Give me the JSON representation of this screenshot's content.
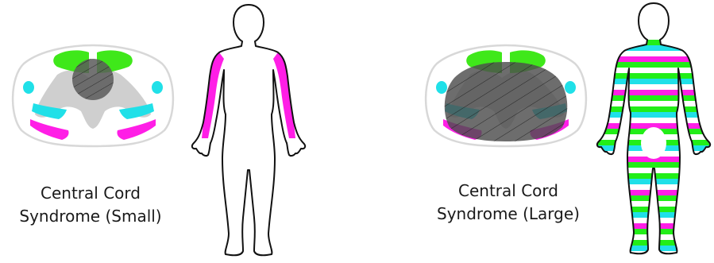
{
  "panels": [
    {
      "id": "small",
      "caption_line1": "Central Cord",
      "caption_line2": "Syndrome (Small)"
    },
    {
      "id": "large",
      "caption_line1": "Central Cord",
      "caption_line2": "Syndrome (Large)"
    }
  ],
  "colors": {
    "motor_tract": "#ff1ee6",
    "sensory_column": "#20e0e8",
    "dorsal_column": "#22ee18",
    "gray_matter": "#c8c8c8",
    "lesion": "#555555",
    "outline": "#111111"
  }
}
